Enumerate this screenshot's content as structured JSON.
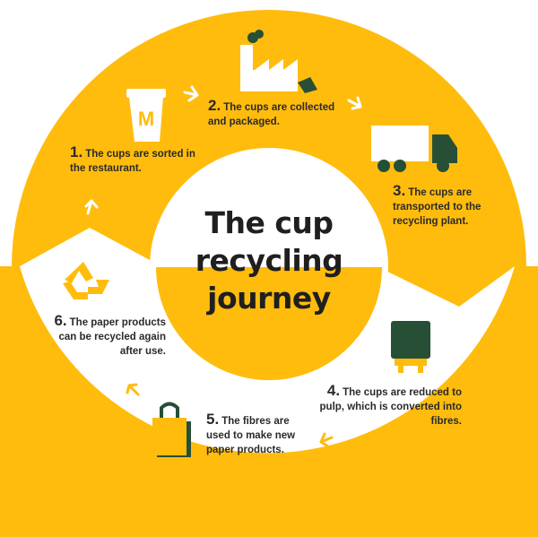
{
  "title": {
    "line1": "The cup",
    "line2": "recycling",
    "line3": "journey"
  },
  "colors": {
    "yellow": "#FFBC0D",
    "green": "#264F36",
    "dark": "#1f1f1f",
    "white": "#ffffff"
  },
  "steps": [
    {
      "number": "1.",
      "text": "The cups are sorted in the restaurant.",
      "icon": "coffee-cup-icon"
    },
    {
      "number": "2.",
      "text": "The cups are collected and packaged.",
      "icon": "factory-icon"
    },
    {
      "number": "3.",
      "text": "The cups are transported to the recycling plant.",
      "icon": "truck-icon"
    },
    {
      "number": "4.",
      "text": "The cups are reduced to pulp, which is converted into fibres.",
      "icon": "pulper-machine-icon"
    },
    {
      "number": "5.",
      "text": "The fibres are used to make new paper products.",
      "icon": "paper-bag-icon"
    },
    {
      "number": "6.",
      "text": "The paper products can be recycled again after use.",
      "icon": "recycle-icon"
    }
  ]
}
